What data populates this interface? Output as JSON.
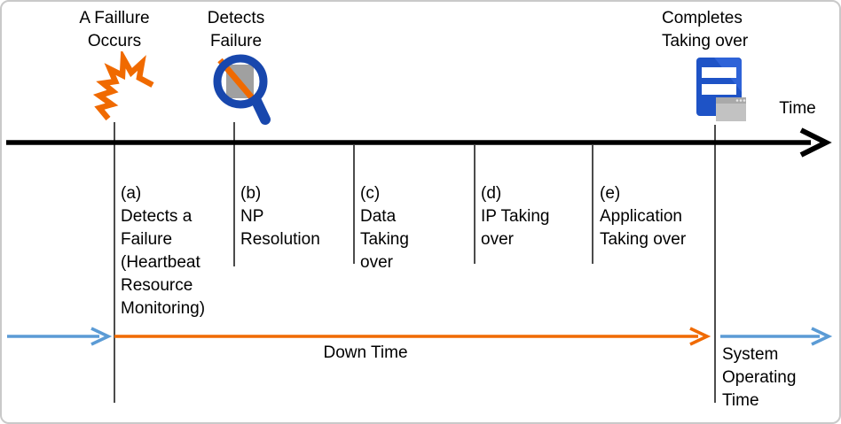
{
  "palette": {
    "timeline_black": "#000000",
    "orange": "#f06a00",
    "arrow_blue": "#5b9bd5",
    "magnifier_navy": "#1847ad",
    "server_blue": "#1e53c6",
    "server_sheen_blue": "#2e63d8",
    "window_gray": "#c2c2c2",
    "window_titlebar_gray": "#a9a9a9",
    "canvas_border": "#c9c9c9"
  },
  "events": [
    {
      "title": "A Faillure\nOccurs",
      "icon": "failure-spark-icon"
    },
    {
      "title": "Detects\nFailure",
      "icon": "detect-failure-magnifier-icon"
    },
    {
      "title": "Completes\nTaking over",
      "icon": "server-takeover-icon"
    }
  ],
  "axis": {
    "label": "Time"
  },
  "phases": [
    {
      "id": "(a)",
      "label": "Detects a\n Failure\n(Heartbeat\nResource\nMonitoring)"
    },
    {
      "id": "(b)",
      "label": "NP\nResolution"
    },
    {
      "id": "(c)",
      "label": "Data\nTaking\nover"
    },
    {
      "id": "(d)",
      "label": "IP Taking\nover"
    },
    {
      "id": "(e)",
      "label": "Application\nTaking over"
    }
  ],
  "spans": {
    "down_time": "Down Time",
    "system_operating_time": "System\nOperating\nTime"
  }
}
